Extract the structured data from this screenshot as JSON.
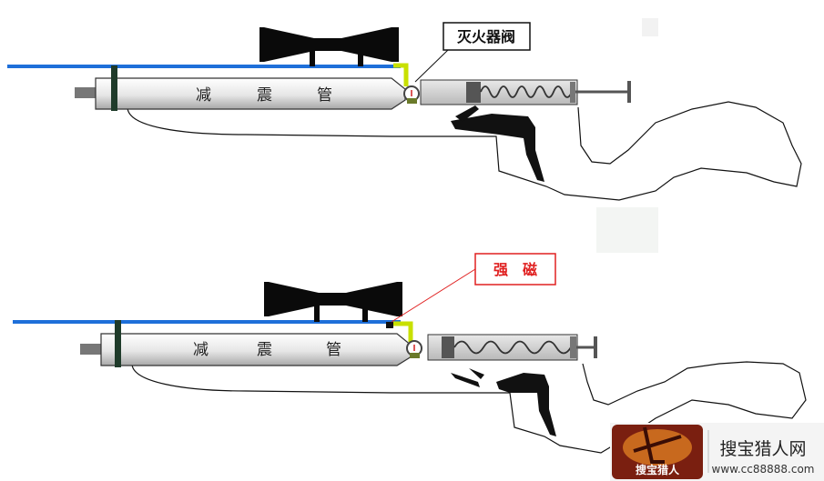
{
  "diagrams": [
    {
      "tube_label_chars": [
        "减",
        "震",
        "管"
      ],
      "callout": {
        "text": "灭火器阀",
        "color": "#111111"
      }
    },
    {
      "tube_label_chars": [
        "减",
        "震",
        "管"
      ],
      "callout": {
        "text": "强　磁",
        "color": "#e02020"
      }
    }
  ],
  "colors": {
    "barrel": "#1e6fd9",
    "valve": "#c8e000",
    "scope": "#0a0a0a",
    "spring": "#333333"
  },
  "watermark": {
    "badge_text": "搜宝猎人",
    "title": "搜宝猎人网",
    "url": "www.cc88888.com"
  }
}
